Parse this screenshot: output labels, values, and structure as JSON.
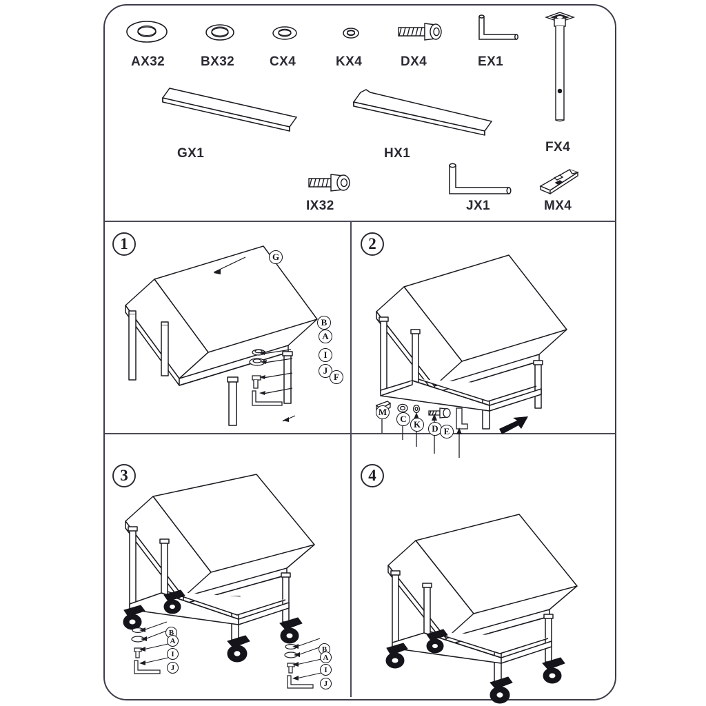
{
  "document": {
    "type": "furniture-assembly-instruction",
    "product": "rolling work table with lower shelf",
    "page_background": "#ffffff",
    "line_color": "#1b1b22",
    "frame_color": "#3b3b4a"
  },
  "parts_list": {
    "title": "",
    "items": [
      {
        "code": "AX32",
        "letter": "A",
        "icon": "large-flat-washer-icon",
        "quantity": 32,
        "shape": "washer-large"
      },
      {
        "code": "BX32",
        "letter": "B",
        "icon": "medium-washer-icon",
        "quantity": 32,
        "shape": "washer-medium"
      },
      {
        "code": "CX4",
        "letter": "C",
        "icon": "small-washer-icon",
        "quantity": 4,
        "shape": "washer-small"
      },
      {
        "code": "KX4",
        "letter": "K",
        "icon": "tiny-washer-icon",
        "quantity": 4,
        "shape": "washer-tiny"
      },
      {
        "code": "DX4",
        "letter": "D",
        "icon": "hex-head-screw-icon",
        "quantity": 4,
        "shape": "screw-short"
      },
      {
        "code": "EX1",
        "letter": "E",
        "icon": "small-allen-key-icon",
        "quantity": 1,
        "shape": "allen-key-small"
      },
      {
        "code": "FX4",
        "letter": "F",
        "icon": "table-leg-post-icon",
        "quantity": 4,
        "shape": "leg-post"
      },
      {
        "code": "GX1",
        "letter": "G",
        "icon": "table-top-panel-icon",
        "quantity": 1,
        "shape": "panel-top"
      },
      {
        "code": "HX1",
        "letter": "H",
        "icon": "lower-shelf-panel-icon",
        "quantity": 1,
        "shape": "panel-shelf"
      },
      {
        "code": "IX32",
        "letter": "I",
        "icon": "socket-cap-bolt-icon",
        "quantity": 32,
        "shape": "bolt"
      },
      {
        "code": "JX1",
        "letter": "J",
        "icon": "large-allen-key-icon",
        "quantity": 1,
        "shape": "allen-key-large"
      },
      {
        "code": "MX4",
        "letter": "M",
        "icon": "wedge-bracket-icon",
        "quantity": 4,
        "shape": "wedge"
      }
    ]
  },
  "steps": [
    {
      "number": "1",
      "name": "attach-legs-to-tabletop",
      "callouts": [
        "G",
        "B",
        "A",
        "I",
        "J",
        "F"
      ],
      "hardware_stack": [
        "B",
        "A",
        "I",
        "J"
      ],
      "main_part": "G",
      "leg_part": "F"
    },
    {
      "number": "2",
      "name": "attach-lower-shelf",
      "callouts": [
        "M",
        "C",
        "K",
        "D",
        "E"
      ],
      "hardware_stack": [
        "M",
        "C",
        "K",
        "D",
        "E"
      ],
      "has_direction_arrow": true
    },
    {
      "number": "3",
      "name": "attach-casters",
      "callouts_left": [
        "B",
        "A",
        "I",
        "J"
      ],
      "callouts_right": [
        "B",
        "A",
        "I",
        "J"
      ],
      "caster_count": 4
    },
    {
      "number": "4",
      "name": "completed-assembly",
      "callouts": [],
      "caster_count": 4
    }
  ]
}
